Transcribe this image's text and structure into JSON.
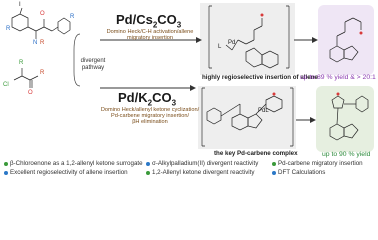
{
  "conditions": {
    "top": {
      "catalyst": "Pd/Cs",
      "base_sub": "2",
      "base_tail": "CO",
      "base_sub2": "3"
    },
    "bottom": {
      "catalyst": "Pd/K",
      "base_sub": "2",
      "base_tail": "CO",
      "base_sub2": "3"
    }
  },
  "pathways": {
    "top": [
      "Domino Heck/C-H activation/allene",
      "migratory insertion"
    ],
    "bottom": [
      "Domino Heck/allenyl ketone cyclization/",
      "Pd-carbene migratory insertion/",
      "βH elimination"
    ]
  },
  "divergent_label": [
    "divergent",
    "pathway"
  ],
  "captions": {
    "top": "highly regioselective insertion of allene",
    "bottom": "the key Pd-carbene complex"
  },
  "results": {
    "top": "up to 89 % yield & > 20:1 rr",
    "bottom": "up to 90 % yield"
  },
  "chem_labels": {
    "r1": "R",
    "r2": "R",
    "r3": "R",
    "r4": "R",
    "r5": "R",
    "n": "N",
    "o": "O",
    "cl": "Cl",
    "i": "I",
    "pd": "Pd",
    "l": "L",
    "pdl": "PdL"
  },
  "highlights": [
    {
      "text": "β-Chloroenone as a 1,2-allenyl ketone surrogate",
      "color": "#3a9a3a"
    },
    {
      "text": "Excellent regioselectivity of allene insertion",
      "color": "#2b78c7"
    },
    {
      "text": "σ-Alkylpalladium(II) divergent reactivity",
      "color": "#2b78c7"
    },
    {
      "text": "1,2-Allenyl ketone divergent reactivity",
      "color": "#3a9a3a"
    },
    {
      "text": "Pd-carbene migratory insertion",
      "color": "#3a9a3a"
    },
    {
      "text": "DFT Calculations",
      "color": "#2b78c7"
    }
  ]
}
